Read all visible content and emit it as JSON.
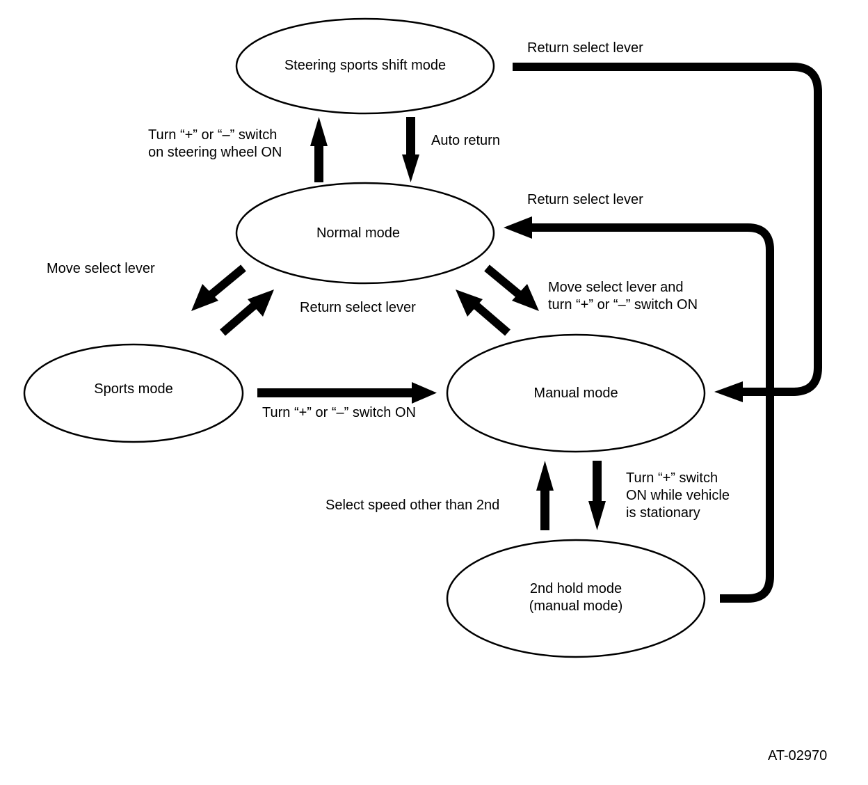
{
  "colors": {
    "stroke": "#000000",
    "background": "#ffffff"
  },
  "nodes": {
    "steering": {
      "label": "Steering sports shift mode"
    },
    "normal": {
      "label": "Normal mode"
    },
    "sports": {
      "label": "Sports mode"
    },
    "manual": {
      "label": "Manual mode"
    },
    "second_hold": {
      "label": "2nd hold mode\n(manual mode)"
    }
  },
  "edges": {
    "normal_to_steering": {
      "from": "Normal mode",
      "to": "Steering sports shift mode",
      "label": "Turn “+” or “–” switch\non steering wheel ON"
    },
    "steering_to_normal": {
      "from": "Steering sports shift mode",
      "to": "Normal mode",
      "label": "Auto return"
    },
    "steering_to_manual": {
      "from": "Steering sports shift mode",
      "to": "Manual mode",
      "label": "Return select lever"
    },
    "second_to_normal": {
      "from": "2nd hold mode",
      "to": "Normal mode",
      "label": "Return select lever"
    },
    "normal_to_sports": {
      "from": "Normal mode",
      "to": "Sports mode",
      "label": "Move select lever"
    },
    "sports_to_normal": {
      "from": "Sports mode",
      "to": "Normal mode",
      "label": ""
    },
    "manual_to_normal": {
      "from": "Manual mode",
      "to": "Normal mode",
      "label": "Return select lever"
    },
    "normal_to_manual": {
      "from": "Normal mode",
      "to": "Manual mode",
      "label": "Move select lever and\nturn “+” or “–” switch ON"
    },
    "sports_to_manual": {
      "from": "Sports mode",
      "to": "Manual mode",
      "label": "Turn “+” or “–” switch ON"
    },
    "second_to_manual": {
      "from": "2nd hold mode",
      "to": "Manual mode",
      "label": "Select speed other than 2nd"
    },
    "manual_to_second": {
      "from": "Manual mode",
      "to": "2nd hold mode",
      "label": "Turn “+” switch\nON while vehicle\nis stationary"
    }
  },
  "figure_id": "AT-02970"
}
